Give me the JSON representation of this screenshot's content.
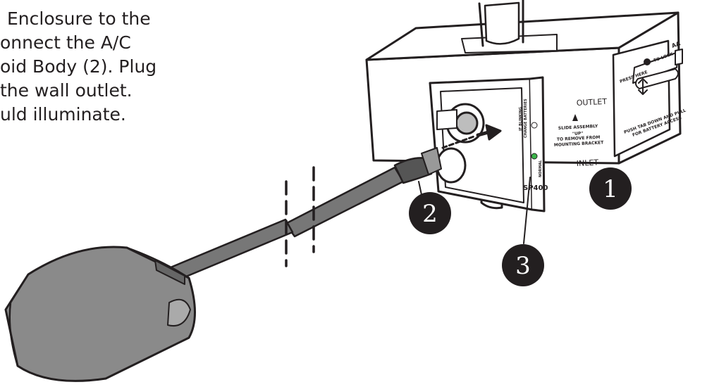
{
  "instructions": {
    "lines": [
      "Enclosure to the",
      "onnect the A/C",
      "oid Body (2). Plug",
      " the wall outlet.",
      "uld illuminate."
    ]
  },
  "enclosure": {
    "outlet_label": "OUTLET",
    "inlet_label": "INLET",
    "slide_text": [
      "SLIDE ASSEMBLY",
      "\"UP\"",
      "TO REMOVE FROM",
      "MOUNTING BRACKET"
    ]
  },
  "battery_panel": {
    "press_here": "PRESS HERE",
    "to_lock": "TO LOCK",
    "battery_type": "AA",
    "push_tab": [
      "PUSH TAB DOWN AND PULL",
      "FOR BATTERY ACCESS"
    ]
  },
  "status_panel": {
    "change_batteries": [
      "IF BLINKING",
      "CHANGE BATTERIES"
    ],
    "normal": "NORMAL",
    "model": "SP400"
  },
  "callouts": [
    "1",
    "2",
    "3"
  ],
  "colors": {
    "outline": "#231f20",
    "callout_fill": "#231f20",
    "status_led": "#3bb54a",
    "cord": "#777777",
    "adapter": "#8a8a8a"
  }
}
